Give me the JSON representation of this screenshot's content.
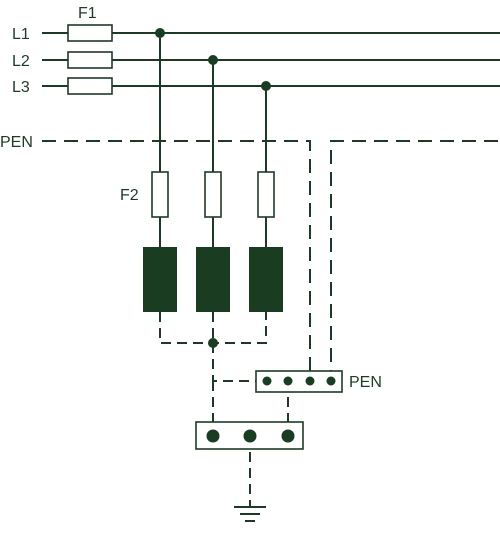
{
  "diagram": {
    "labels": {
      "l1": "L1",
      "l2": "L2",
      "l3": "L3",
      "pen_main": "PEN",
      "f1": "F1",
      "f2": "F2",
      "pen_terminal": "PEN"
    },
    "colors": {
      "line": "#1e3a26",
      "fill": "#1a3d22",
      "background": "#ffffff"
    },
    "icons": [
      "ground-icon"
    ]
  }
}
